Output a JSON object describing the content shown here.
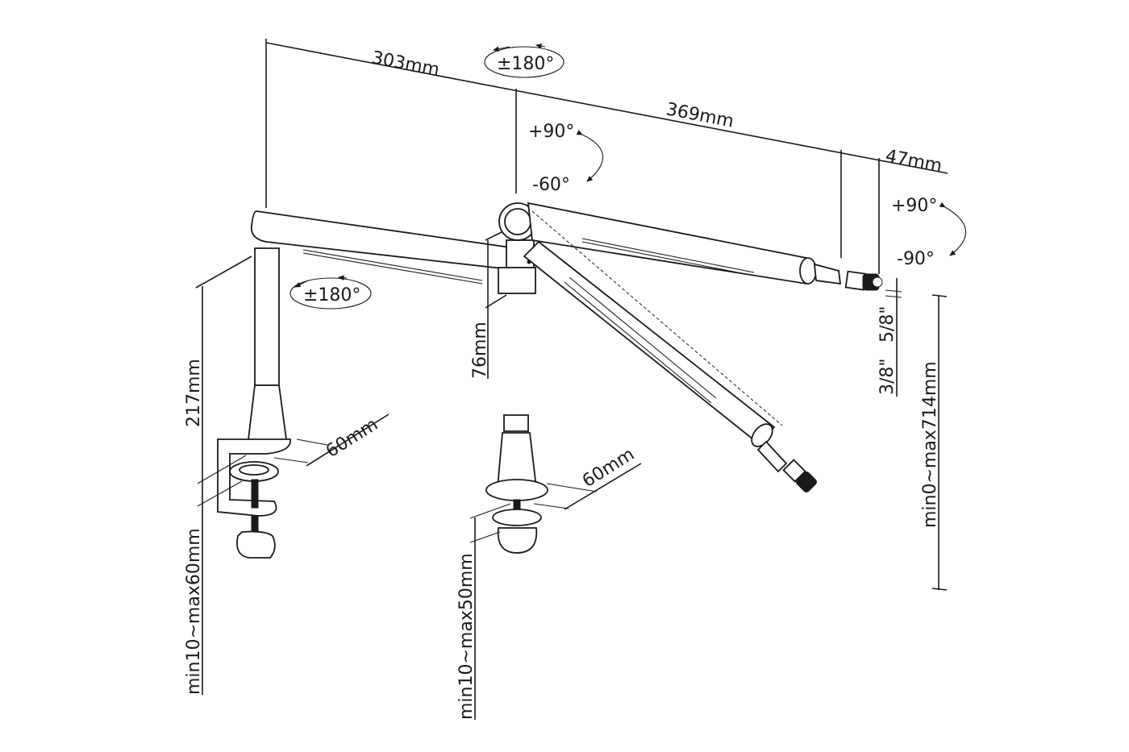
{
  "title": "Boom arm dimension diagram",
  "dimensions": {
    "arm_lower_length": "303mm",
    "arm_upper_length": "369mm",
    "tip_offset": "47mm",
    "pole_height": "217mm",
    "joint_height": "76mm",
    "clamp_base_width": "60mm",
    "grommet_base_width": "60mm",
    "clamp_thickness_range": "min10~max60mm",
    "grommet_thickness_range": "min10~max50mm",
    "vertical_reach_range": "min0~max714mm",
    "thread_small": "3/8\"",
    "thread_large": "5/8\""
  },
  "rotations": {
    "pole_rotation": "±180°",
    "joint_rotation": "±180°",
    "elbow_tilt_up": "+90°",
    "elbow_tilt_down": "-60°",
    "tip_tilt_up": "+90°",
    "tip_tilt_down": "-90°"
  }
}
